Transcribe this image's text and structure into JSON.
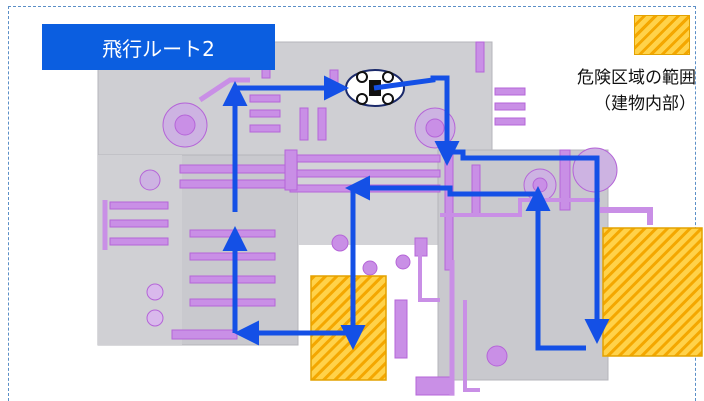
{
  "title": "飛行ルート2",
  "legend": {
    "line1": "危険区域の範囲",
    "line2": "（建物内部）"
  },
  "colors": {
    "route": "#1450e6",
    "danger_fill": "#ffd24a",
    "danger_stroke": "#e3a200",
    "plan_fill": "#c7c7cc",
    "equipment": "#c98fe6",
    "equipment_stroke": "#b565d8",
    "frame": "#5b8fc7",
    "badge": "#0b5ee0"
  },
  "icons": {
    "drone": "drone-icon",
    "arrow_head": "arrowhead"
  }
}
